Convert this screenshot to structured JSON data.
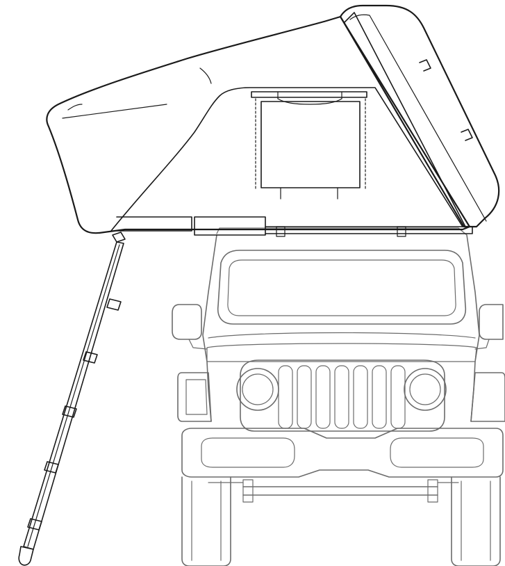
{
  "colors": {
    "background": "#ffffff",
    "tent_ink": "#1a1a1a",
    "vehicle_ink": "#6b6b6b",
    "fill": "#ffffff"
  },
  "illustration": {
    "subject": "",
    "components": [
      "rooftop-tent",
      "entry-window",
      "telescopic-ladder",
      "off-road-vehicle"
    ]
  }
}
